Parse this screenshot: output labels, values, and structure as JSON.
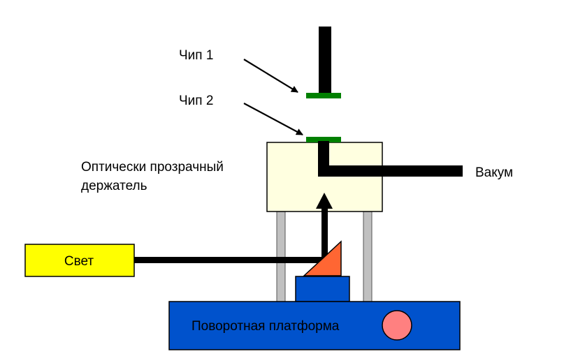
{
  "labels": {
    "chip1": "Чип 1",
    "chip2": "Чип 2",
    "holder_line1": "Оптически прозрачный",
    "holder_line2": "держатель",
    "vacuum": "Вакум",
    "light": "Свет",
    "platform": "Поворотная платформа"
  },
  "colors": {
    "chip": "#008000",
    "holder_fill": "#ffffe0",
    "light_box": "#ffff00",
    "platform": "#0052cc",
    "prism": "#ff6633",
    "knob": "#ff8080",
    "post": "#c0c0c0",
    "line": "#000000"
  }
}
